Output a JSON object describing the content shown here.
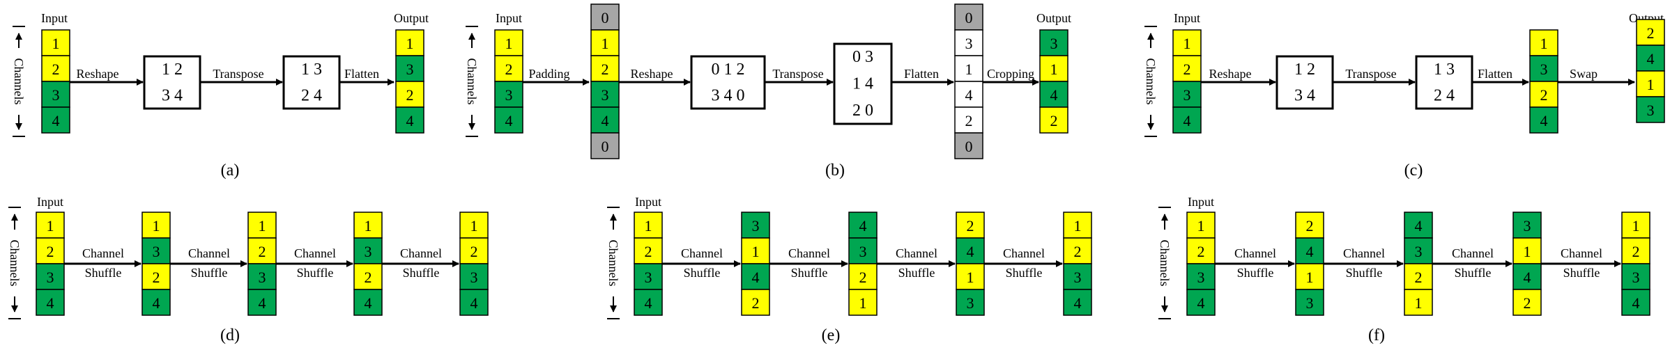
{
  "colors": {
    "yellow": "#ffff00",
    "green": "#00a651",
    "gray": "#a6a6a6",
    "white": "#ffffff",
    "stroke": "#000000"
  },
  "labels": {
    "input": "Input",
    "output": "Output",
    "channels": "Channels",
    "reshape": "Reshape",
    "transpose": "Transpose",
    "flatten": "Flatten",
    "padding": "Padding",
    "cropping": "Cropping",
    "swap": "Swap",
    "channel": "Channel",
    "shuffle": "Shuffle"
  },
  "panels": {
    "a": {
      "caption": "(a)",
      "input": [
        "1",
        "2",
        "3",
        "4"
      ],
      "matrix1": [
        "1 2",
        "3 4"
      ],
      "matrix2": [
        "1 3",
        "2 4"
      ],
      "output": [
        "1",
        "3",
        "2",
        "4"
      ]
    },
    "b": {
      "caption": "(b)",
      "input": [
        "1",
        "2",
        "3",
        "4"
      ],
      "padded": [
        "0",
        "1",
        "2",
        "3",
        "4",
        "0"
      ],
      "matrix1": [
        "0  1  2",
        "3  4  0"
      ],
      "matrix2": [
        "0  3",
        "1  4",
        "2  0"
      ],
      "flattened": [
        "0",
        "3",
        "1",
        "4",
        "2",
        "0"
      ],
      "output": [
        "3",
        "1",
        "4",
        "2"
      ]
    },
    "c": {
      "caption": "(c)",
      "input": [
        "1",
        "2",
        "3",
        "4"
      ],
      "matrix1": [
        "1 2",
        "3 4"
      ],
      "matrix2": [
        "1 3",
        "2 4"
      ],
      "flattened": [
        "1",
        "3",
        "2",
        "4"
      ],
      "output": [
        "2",
        "4",
        "1",
        "3"
      ]
    },
    "d": {
      "caption": "(d)",
      "stages": [
        [
          "1",
          "2",
          "3",
          "4"
        ],
        [
          "1",
          "3",
          "2",
          "4"
        ],
        [
          "1",
          "2",
          "3",
          "4"
        ],
        [
          "1",
          "3",
          "2",
          "4"
        ],
        [
          "1",
          "2",
          "3",
          "4"
        ]
      ]
    },
    "e": {
      "caption": "(e)",
      "stages": [
        [
          "1",
          "2",
          "3",
          "4"
        ],
        [
          "3",
          "1",
          "4",
          "2"
        ],
        [
          "4",
          "3",
          "2",
          "1"
        ],
        [
          "2",
          "4",
          "1",
          "3"
        ],
        [
          "1",
          "2",
          "3",
          "4"
        ]
      ]
    },
    "f": {
      "caption": "(f)",
      "stages": [
        [
          "1",
          "2",
          "3",
          "4"
        ],
        [
          "2",
          "4",
          "1",
          "3"
        ],
        [
          "4",
          "3",
          "2",
          "1"
        ],
        [
          "3",
          "1",
          "4",
          "2"
        ],
        [
          "1",
          "2",
          "3",
          "4"
        ]
      ]
    }
  }
}
